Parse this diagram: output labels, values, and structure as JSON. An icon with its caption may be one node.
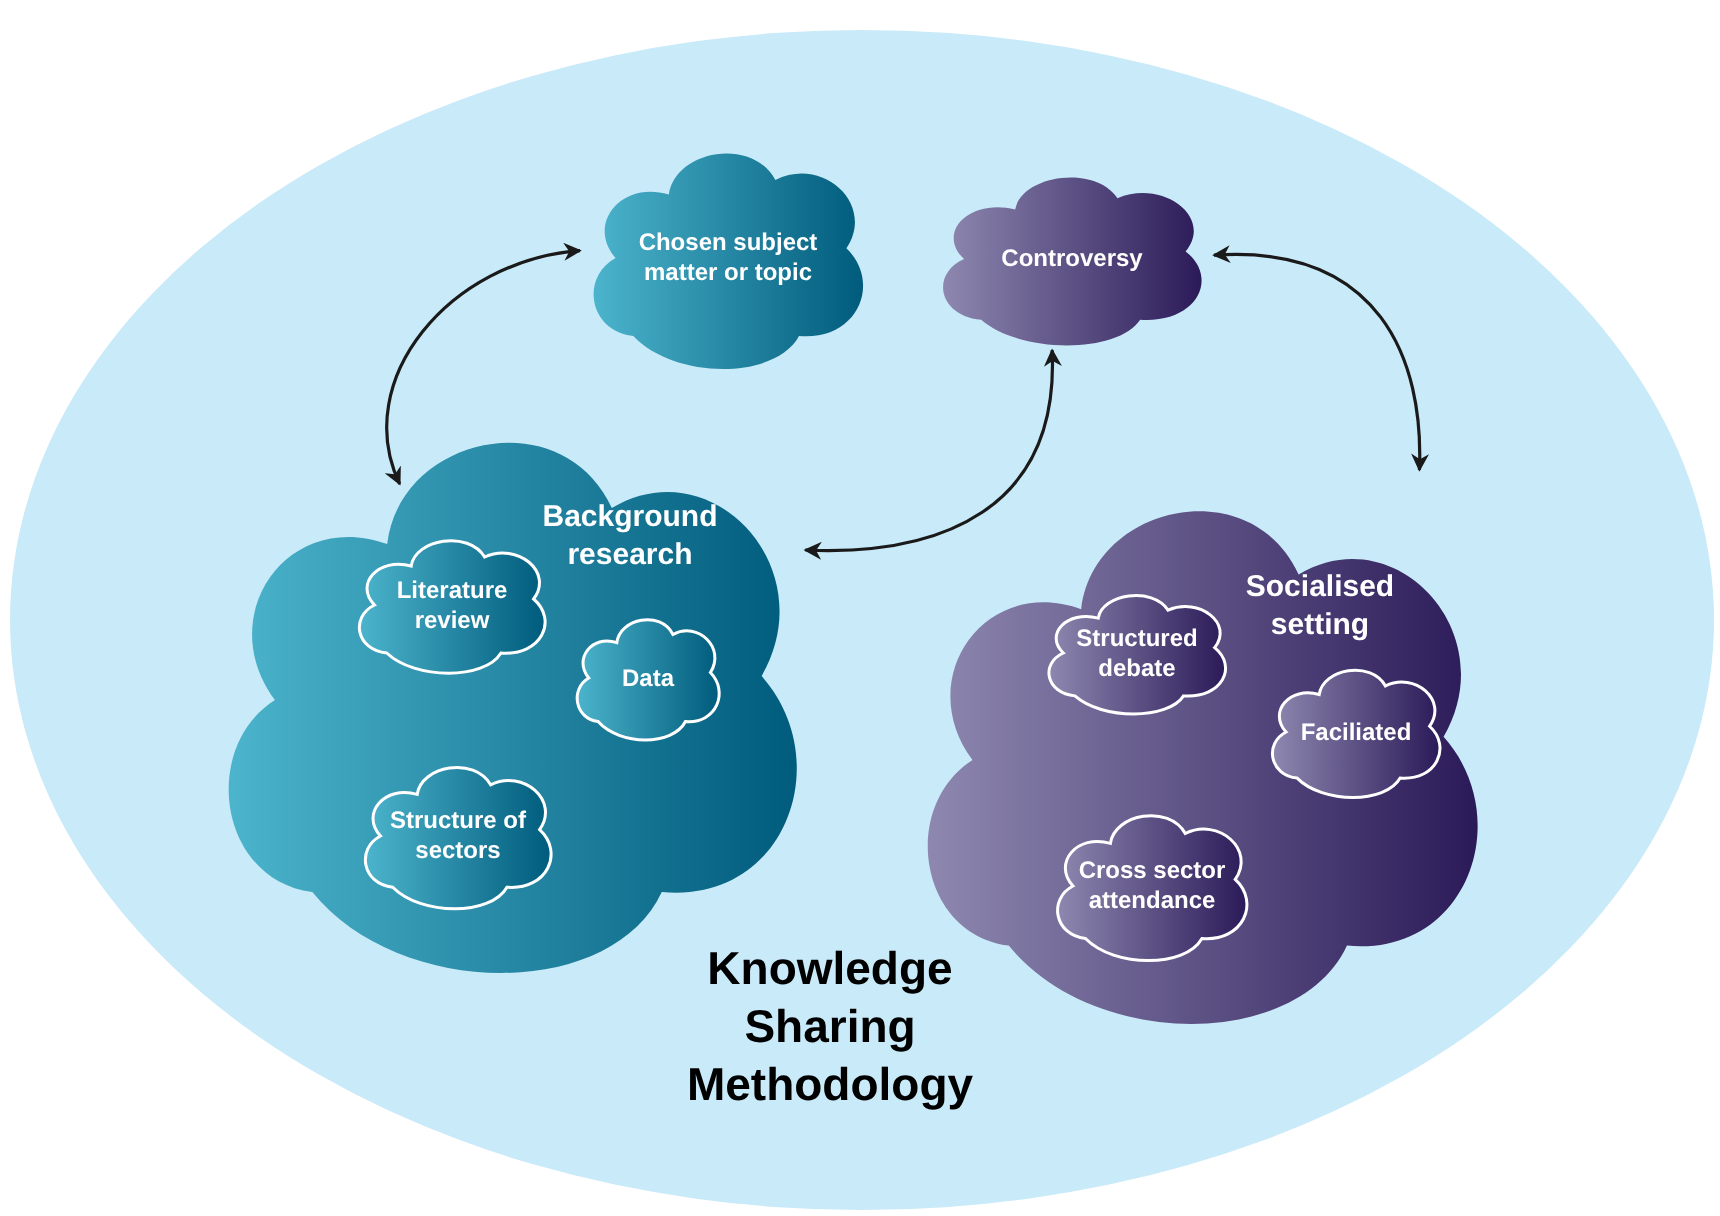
{
  "diagram": {
    "nodes": [
      {
        "text": [
          "Knowledge Sharing Methodology"
        ]
      },
      {
        "text": [
          "Chosen subject matter or topic"
        ],
        "in": 0
      },
      {
        "text": [
          "Controversy"
        ],
        "in": 0
      },
      {
        "text": [
          "Background research"
        ],
        "in": 0
      },
      {
        "text": [
          "Literature review"
        ],
        "in": 3
      },
      {
        "text": [
          "Data"
        ],
        "in": 3
      },
      {
        "text": [
          "Structure of sectors"
        ],
        "in": 3
      },
      {
        "text": [
          "Socialised setting"
        ],
        "in": 0
      },
      {
        "text": [
          "Structured debate"
        ],
        "in": 7
      },
      {
        "text": [
          "Faciliated"
        ],
        "in": 7
      },
      {
        "text": [
          "Cross sector attendance"
        ],
        "in": 7
      }
    ],
    "edges": [
      {
        "from": 1,
        "to": 3,
        "arrow": "both"
      },
      {
        "from": 2,
        "to": 3,
        "arrow": "both"
      },
      {
        "from": 2,
        "to": 7,
        "arrow": "both"
      }
    ]
  }
}
